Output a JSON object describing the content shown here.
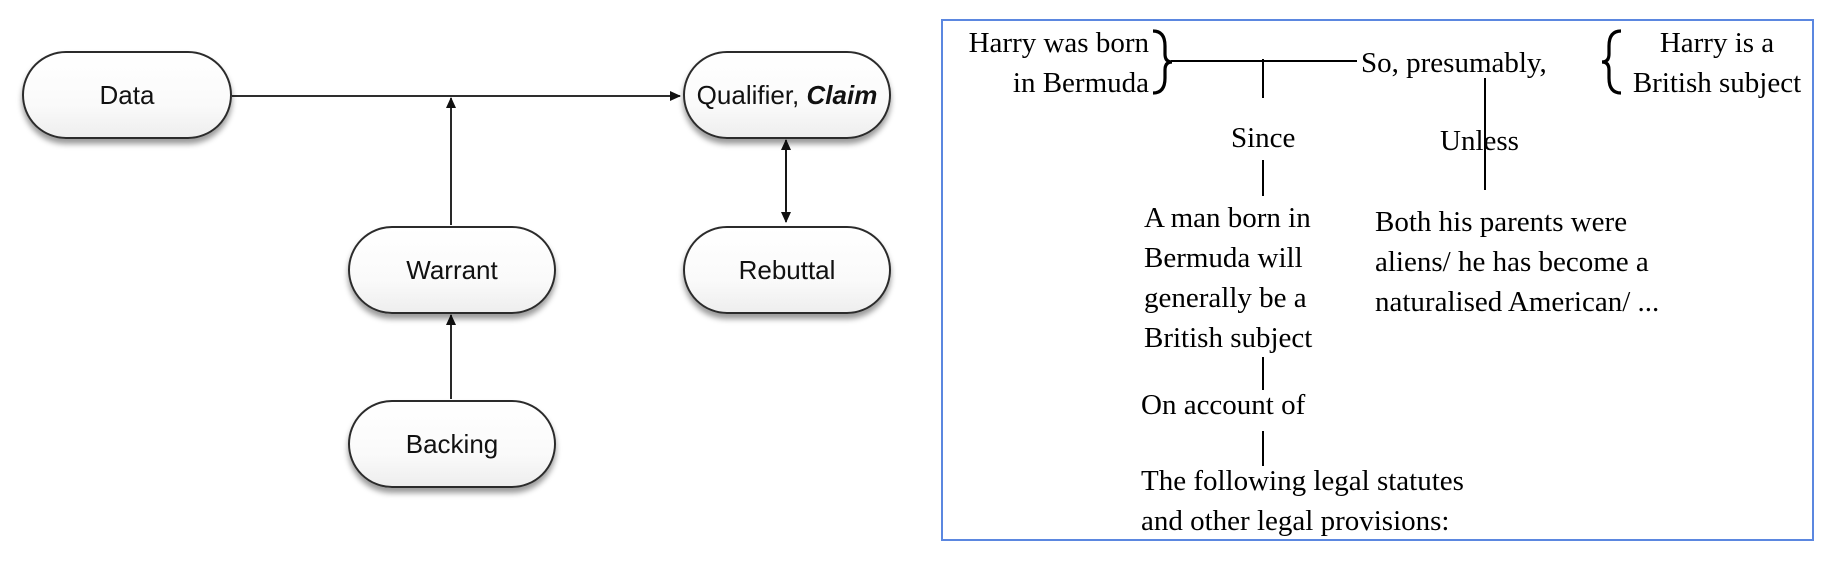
{
  "toulmin_model": {
    "data": "Data",
    "qualifier": "Qualifier,",
    "claim": "Claim",
    "warrant": "Warrant",
    "rebuttal": "Rebuttal",
    "backing": "Backing"
  },
  "example": {
    "data_line1": "Harry was born",
    "data_line2": "in Bermuda",
    "qualifier": "So, presumably,",
    "claim_line1": "Harry is a",
    "claim_line2": "British subject",
    "since": "Since",
    "unless": "Unless",
    "warrant_lines": [
      "A man born in",
      "Bermuda will",
      "generally be a",
      "British subject"
    ],
    "rebuttal_lines": [
      "Both his parents were",
      "aliens/ he has become a",
      "naturalised American/ ..."
    ],
    "on_account_of": "On account of",
    "backing_lines": [
      "The following legal statutes",
      "and other legal provisions:"
    ]
  }
}
